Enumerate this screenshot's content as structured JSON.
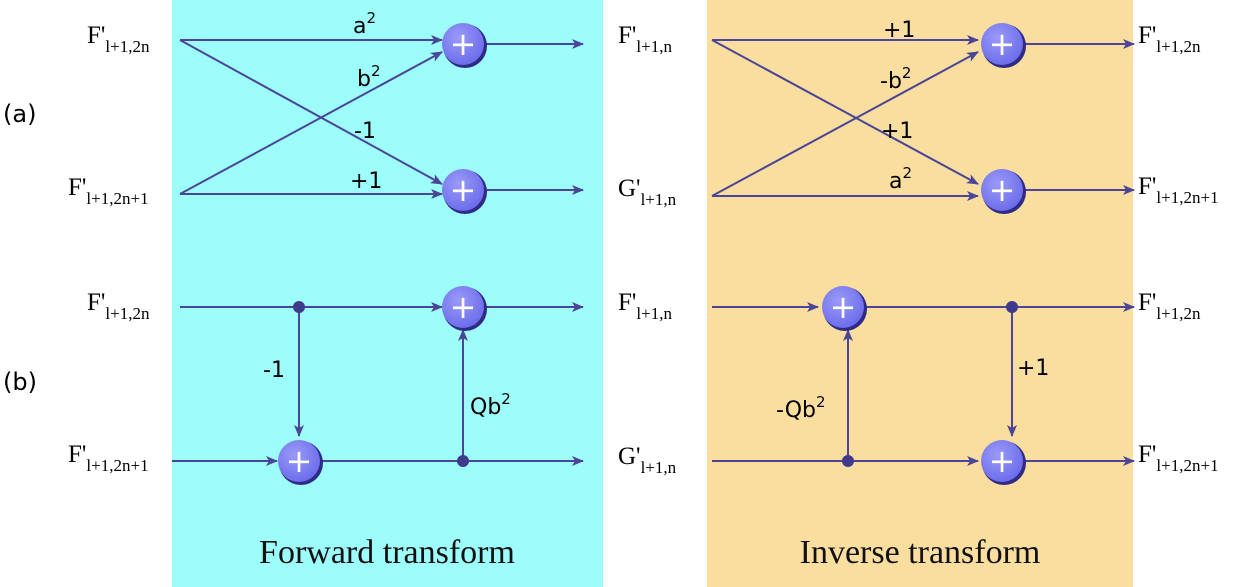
{
  "colors": {
    "forward_panel": "#9cfdfb",
    "inverse_panel": "#f9dea0",
    "edge": "#4a4596",
    "adder_fill": "#7878f2",
    "adder_shadow": "#2e2a86"
  },
  "row_labels": {
    "a": "(a)",
    "b": "(b)"
  },
  "titles": {
    "forward": "Forward transform",
    "inverse": "Inverse transform"
  },
  "nodes": {
    "f_2n": {
      "main": "F'",
      "sub": "l+1,2n"
    },
    "f_2n1": {
      "main": "F'",
      "sub": "l+1,2n+1"
    },
    "f_n": {
      "main": "F'",
      "sub": "l+1,n"
    },
    "g_n": {
      "main": "G'",
      "sub": "l+1,n"
    }
  },
  "weights": {
    "fa_a2": {
      "base": "a",
      "sup": "2"
    },
    "fa_b2": {
      "base": "b",
      "sup": "2"
    },
    "fa_m1": {
      "base": "-1",
      "sup": ""
    },
    "fa_p1": {
      "base": "+1",
      "sup": ""
    },
    "ia_p1_top": {
      "base": "+1",
      "sup": ""
    },
    "ia_mb2": {
      "base": "-b",
      "sup": "2"
    },
    "ia_p1_cross": {
      "base": "+1",
      "sup": ""
    },
    "ia_a2": {
      "base": "a",
      "sup": "2"
    },
    "fb_m1": {
      "base": "-1",
      "sup": ""
    },
    "fb_qb2": {
      "base": "Qb",
      "sup": "2"
    },
    "ib_mqb2": {
      "base": "-Qb",
      "sup": "2"
    },
    "ib_p1": {
      "base": "+1",
      "sup": ""
    }
  },
  "adder_symbol": "+"
}
